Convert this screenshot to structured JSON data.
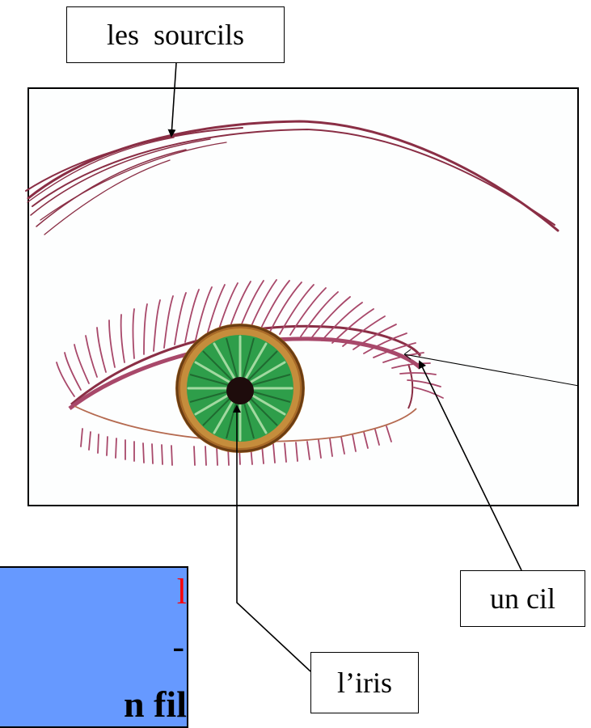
{
  "labels": {
    "eyebrows": "les  sourcils",
    "eyelash": "un cil",
    "iris": "l’iris"
  },
  "blue_box": {
    "line_1": "l",
    "line_2": "-",
    "line_3": "n fil"
  },
  "colors": {
    "brow_ink": "#8a2e45",
    "lash_ink": "#a8486a",
    "iris_green": "#2e9e4a",
    "iris_brown": "#a86a28",
    "pupil": "#1e0c0c",
    "callout_box_fill": "#6699ff",
    "callout_box_text_red": "#ff0000"
  }
}
